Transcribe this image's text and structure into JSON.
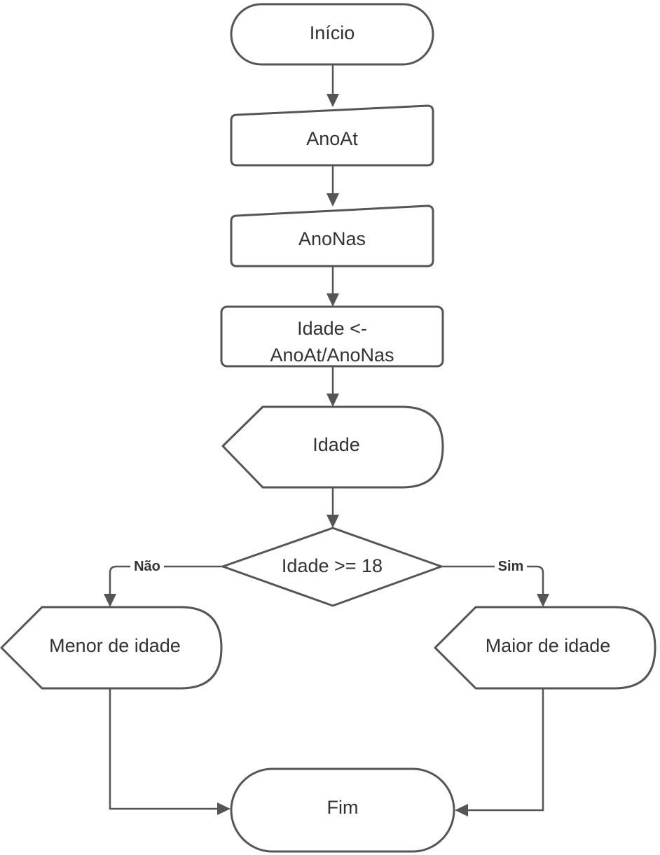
{
  "nodes": {
    "start": {
      "label": "Início"
    },
    "input_ano_atual": {
      "label": "AnoAt"
    },
    "input_ano_nascimento": {
      "label": "AnoNas"
    },
    "process_idade": {
      "label_line1": "Idade <-",
      "label_line2": "AnoAt/AnoNas"
    },
    "display_idade": {
      "label": "Idade"
    },
    "decision": {
      "label": "Idade >= 18"
    },
    "display_menor": {
      "label": "Menor de idade"
    },
    "display_maior": {
      "label": "Maior de idade"
    },
    "end": {
      "label": "Fim"
    }
  },
  "edges": {
    "no_label": "Não",
    "yes_label": "Sim"
  },
  "colors": {
    "stroke": "#555555",
    "text": "#333333",
    "fill": "#ffffff"
  }
}
